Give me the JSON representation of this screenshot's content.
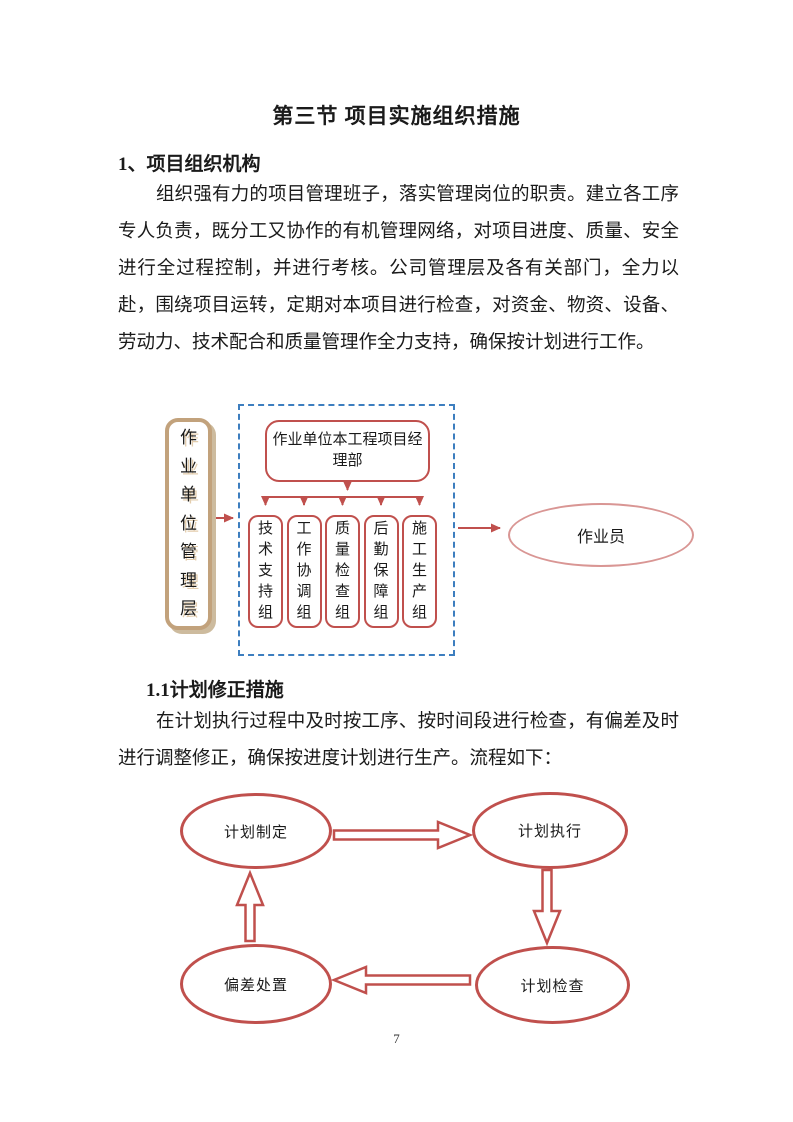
{
  "page": {
    "title": "第三节 项目实施组织措施",
    "heading_1": "1、项目组织机构",
    "paragraph_1": "组织强有力的项目管理班子，落实管理岗位的职责。建立各工序专人负责，既分工又协作的有机管理网络，对项目进度、质量、安全进行全过程控制，并进行考核。公司管理层及各有关部门，全力以赴，围绕项目运转，定期对本项目进行检查，对资金、物资、设备、劳动力、技术配合和质量管理作全力支持，确保按计划进行工作。",
    "heading_2": "1.1计划修正措施",
    "paragraph_2": "在计划执行过程中及时按工序、按时间段进行检查，有偏差及时进行调整修正，确保按进度计划进行生产。流程如下：",
    "page_number": "7"
  },
  "org_chart": {
    "management_layer": "作业单位管理层",
    "project_dept": "作业单位本工程项目经理部",
    "groups": [
      "技术支持组",
      "工作协调组",
      "质量检查组",
      "后勤保障组",
      "施工生产组"
    ],
    "worker": "作业员",
    "colors": {
      "box_border_red": "#c0504d",
      "management_tan": "#c2a27c",
      "container_dashed_blue": "#3d7ebf",
      "worker_ellipse_pink": "#d99694"
    }
  },
  "flow_chart": {
    "nodes": {
      "top_left": "计划制定",
      "top_right": "计划执行",
      "bottom_right": "计划检查",
      "bottom_left": "偏差处置"
    },
    "arrow_color": "#c0504d"
  }
}
